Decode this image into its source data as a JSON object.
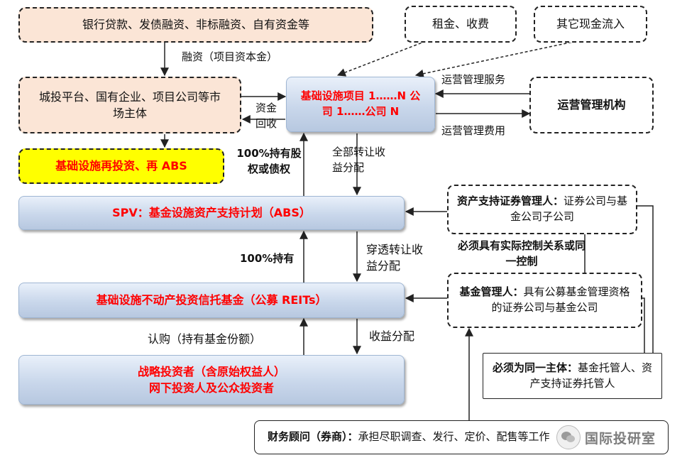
{
  "nodes": {
    "funding_sources": "银行贷款、发债融资、非标融资、自有资金等",
    "rent_fees": "租金、收费",
    "other_cash": "其它现金流入",
    "market_entity": "城投平台、国有企业、项目公司等市场主体",
    "infra_project": "基础设施项目 1……N 公司 1……公司 N",
    "ops_agency": "运营管理机构",
    "reinvest": "基础设施再投资、再 ABS",
    "spv": "SPV：基金设施资产支持计划（ABS）",
    "abs_manager_role": "资产支持证券管理人：",
    "abs_manager_desc": "证券公司与基金公司子公司",
    "reits_fund": "基础设施不动产投资信托基金（公募 REITs）",
    "fund_manager_role": "基金管理人：",
    "fund_manager_desc": "具有公募基金管理资格的证券公司与基金公司",
    "investors_line1": "战略投资者（含原始权益人）",
    "investors_line2": "网下投资人及公众投资者",
    "custodian_role": "必须为同一主体：",
    "custodian_desc": "基金托管人、资产支持证券托管人",
    "advisor_role": "财务顾问（券商）：",
    "advisor_desc": "承担尽职调查、发行、定价、配售等工作"
  },
  "edge_labels": {
    "financing": "融资（项目资本金）",
    "fund_recovery": "资金回收",
    "ops_service": "运营管理服务",
    "ops_fee": "运营管理费用",
    "hold_100_equity": "100%持有股权或债权",
    "transfer_all": "全部转让收益分配",
    "control_relation": "必须具有实际控制关系或同一控制",
    "hold_100": "100%持有",
    "pass_through": "穿透转让收益分配",
    "subscribe": "认购（持有基金份额）",
    "income_distribution": "收益分配"
  },
  "watermark": "国际投研室",
  "colors": {
    "accent_red": "#ff0000",
    "highlight_yellow": "#ffff00",
    "peach": "#fbe5d6",
    "blue_fill": "#c9d7eb"
  }
}
